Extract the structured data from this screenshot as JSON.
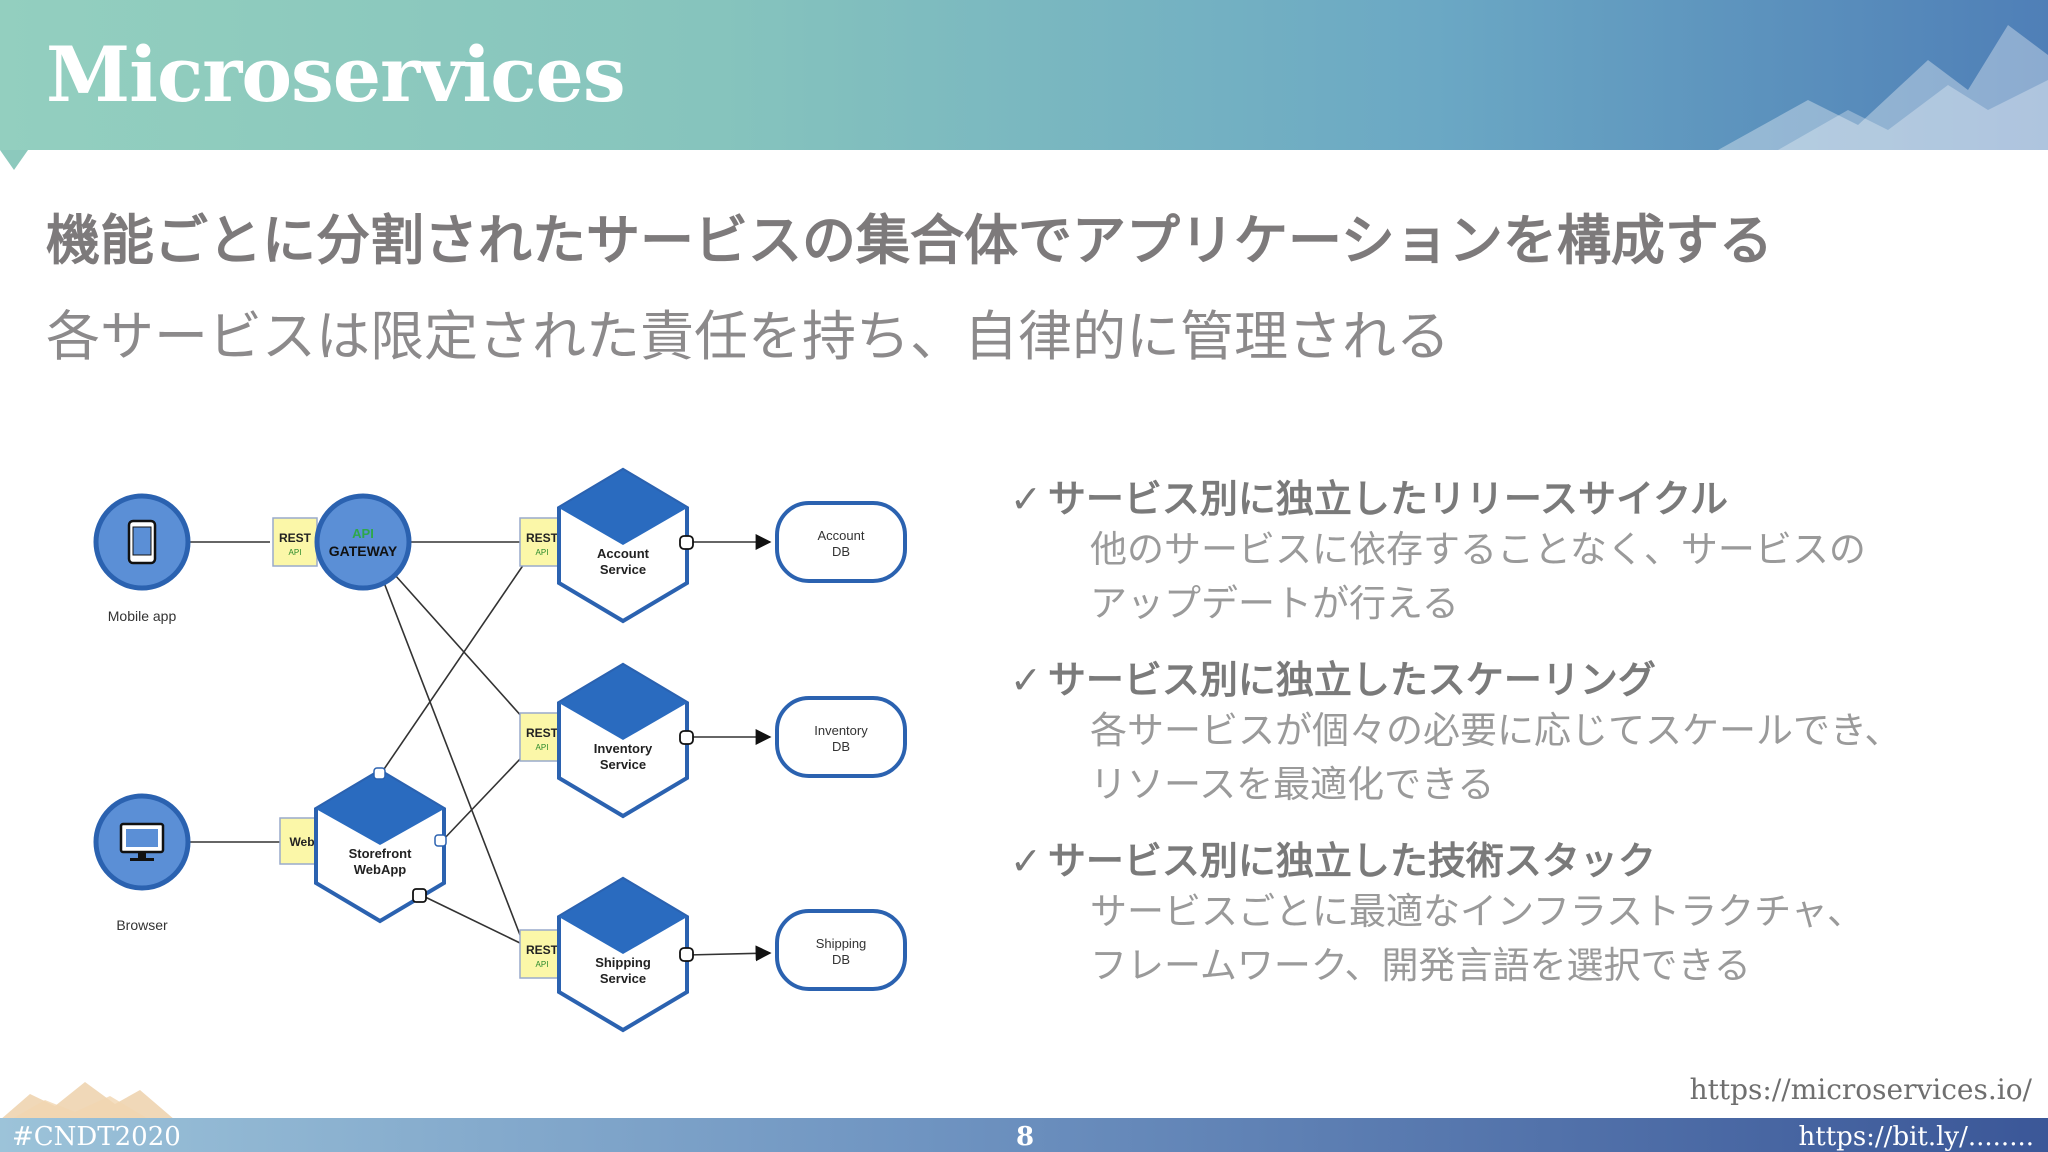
{
  "slide": {
    "title": "Microservices",
    "heading": "機能ごとに分割されたサービスの集合体でアプリケーションを構成する",
    "subheading": "各サービスは限定された責任を持ち、自律的に管理される"
  },
  "diagram": {
    "clients": {
      "mobile": "Mobile app",
      "browser": "Browser"
    },
    "gateway": {
      "line1": "API",
      "line2": "GATEWAY"
    },
    "api_badge": {
      "rest": "REST",
      "api": "API",
      "web": "Web"
    },
    "storefront": {
      "line1": "Storefront",
      "line2": "WebApp"
    },
    "services": [
      {
        "line1": "Account",
        "line2": "Service"
      },
      {
        "line1": "Inventory",
        "line2": "Service"
      },
      {
        "line1": "Shipping",
        "line2": "Service"
      }
    ],
    "databases": [
      {
        "line1": "Account",
        "line2": "DB"
      },
      {
        "line1": "Inventory",
        "line2": "DB"
      },
      {
        "line1": "Shipping",
        "line2": "DB"
      }
    ]
  },
  "bullets": [
    {
      "mark": "✓",
      "title": "サービス別に独立したリリースサイクル",
      "lines": [
        "他のサービスに依存することなく、サービスの",
        "アップデートが行える"
      ]
    },
    {
      "mark": "✓",
      "title": "サービス別に独立したスケーリング",
      "lines": [
        "各サービスが個々の必要に応じてスケールでき、",
        "リソースを最適化できる"
      ]
    },
    {
      "mark": "✓",
      "title": "サービス別に独立した技術スタック",
      "lines": [
        "サービスごとに最適なインフラストラクチャ、",
        "フレームワーク、開発言語を選択できる"
      ]
    }
  ],
  "footer": {
    "reference_url": "https://microservices.io/",
    "hashtag": "#CNDT2020",
    "page_number": "8",
    "short_url": "https://bit.ly/........"
  },
  "colors": {
    "node_blue": "#2a6bbf",
    "badge_yellow": "#fbf7a8",
    "heading_gray": "#7d7a7b"
  }
}
